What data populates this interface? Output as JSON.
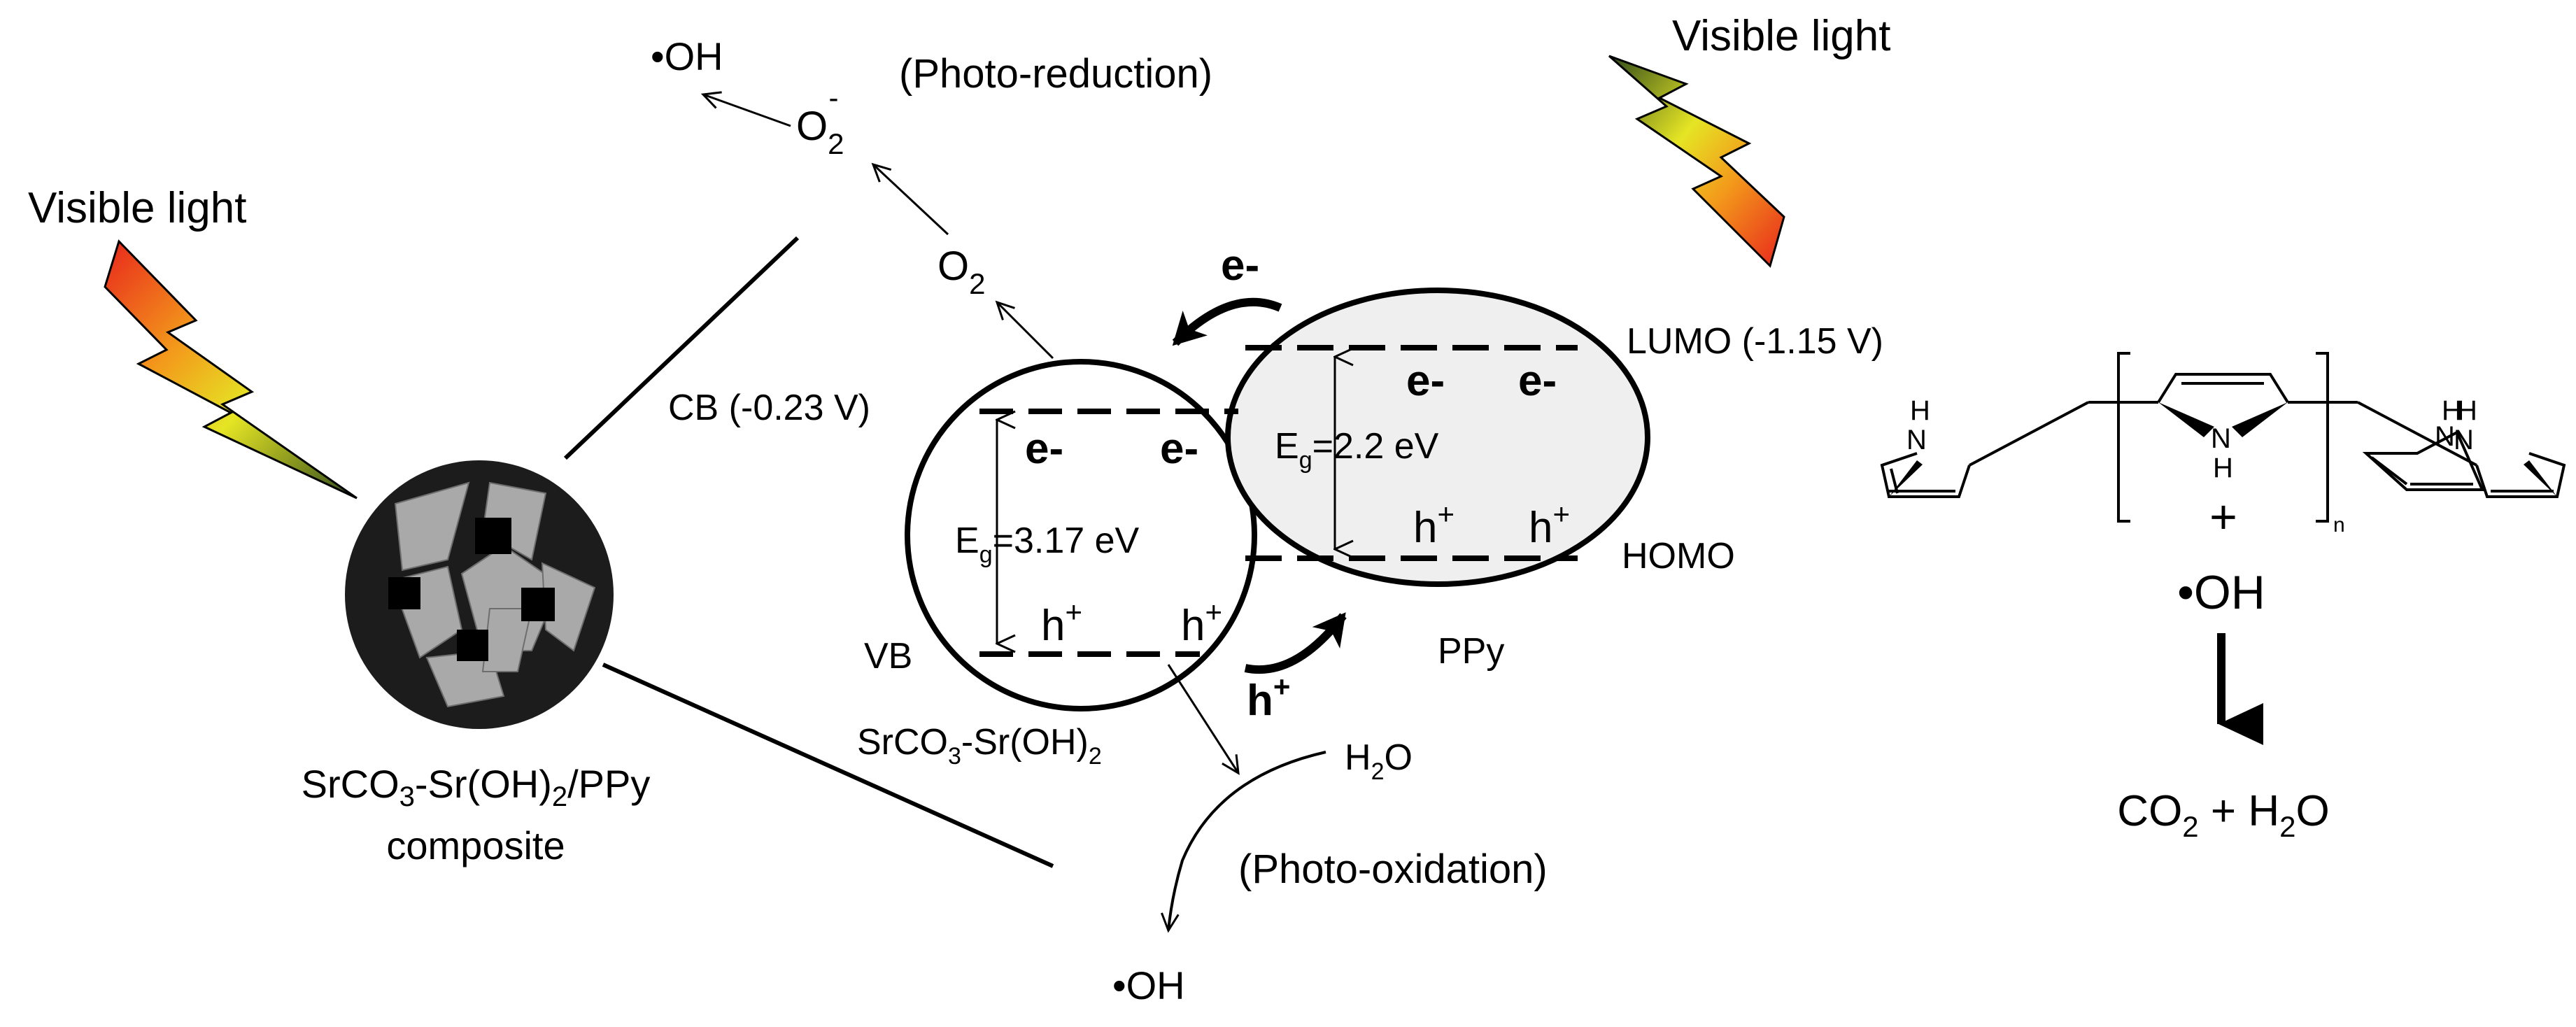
{
  "left_light": {
    "label": "Visible light"
  },
  "right_light": {
    "label": "Visible light"
  },
  "composite": {
    "line1": "SrCO",
    "sub1": "3",
    "mid1": "-Sr(OH)",
    "sub2": "2",
    "tail": "/PPy",
    "line2": "composite"
  },
  "reduction": {
    "title": "(Photo-reduction)",
    "oh": "•OH",
    "o2_superoxide": {
      "base": "O",
      "sub": "2",
      "sup": "-"
    },
    "o2": {
      "base": "O",
      "sub": "2"
    }
  },
  "srco3": {
    "cb_label": "CB (-0.23 V)",
    "vb_label": "VB",
    "electrons": [
      "e-",
      "e-"
    ],
    "holes": [
      "h",
      "h"
    ],
    "hole_sup": "+",
    "gap": {
      "base": "E",
      "sub": "g",
      "value": "=3.17 eV"
    },
    "name": {
      "a": "SrCO",
      "sub1": "3",
      "b": "-Sr(OH)",
      "sub2": "2"
    }
  },
  "ppy": {
    "lumo_label": "LUMO (-1.15 V)",
    "homo_label": "HOMO",
    "electrons": [
      "e-",
      "e-"
    ],
    "holes": [
      "h",
      "h"
    ],
    "hole_sup": "+",
    "gap": {
      "base": "E",
      "sub": "g",
      "value": "=2.2 eV"
    },
    "name": "PPy"
  },
  "transfer": {
    "electron": "e-",
    "hole": "h",
    "hole_sup": "+"
  },
  "oxidation": {
    "title": "(Photo-oxidation)",
    "h2o": {
      "a": "H",
      "sub": "2",
      "b": "O"
    },
    "oh": "•OH"
  },
  "polymer": {
    "nh_left": {
      "h": "H",
      "n": "N"
    },
    "nh_center": {
      "n": "N",
      "h": "H"
    },
    "nh_right": {
      "h": "H",
      "n": "N"
    },
    "repeat": "n",
    "plus": "+",
    "oh": "•OH",
    "product": {
      "a": "CO",
      "sub1": "2",
      "b": " + H",
      "sub2": "2",
      "c": "O"
    }
  },
  "colors": {
    "ppy_fill": "#efefef",
    "composite_bg": "#1c1c1c",
    "flake": "#a9a9a9"
  }
}
